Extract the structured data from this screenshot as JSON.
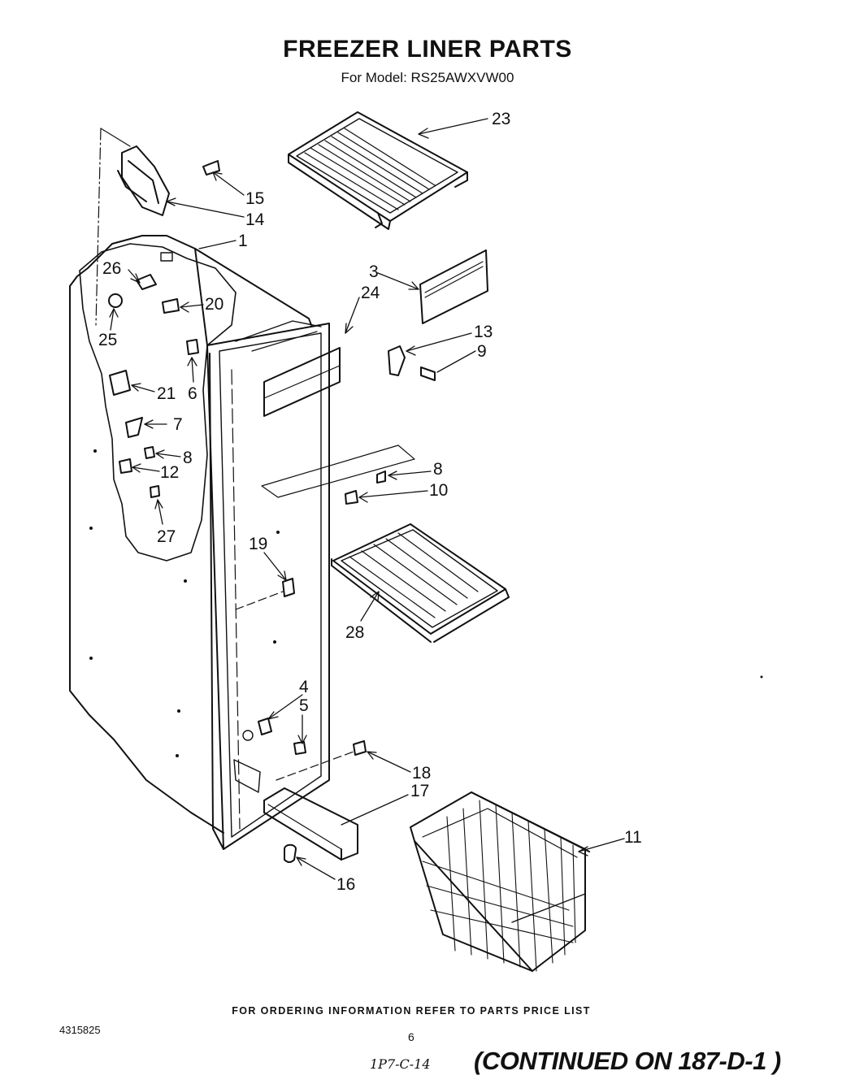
{
  "header": {
    "title": "FREEZER LINER PARTS",
    "model": "For Model: RS25AWXVW00"
  },
  "callouts": {
    "c23": "23",
    "c15": "15",
    "c14": "14",
    "c1": "1",
    "c3": "3",
    "c24": "24",
    "c26": "26",
    "c20": "20",
    "c25": "25",
    "c13": "13",
    "c9": "9",
    "c21": "21",
    "c6": "6",
    "c7": "7",
    "c8a": "8",
    "c12": "12",
    "c8b": "8",
    "c10": "10",
    "c27": "27",
    "c19": "19",
    "c28": "28",
    "c4": "4",
    "c5": "5",
    "c18": "18",
    "c17": "17",
    "c11": "11",
    "c16": "16"
  },
  "footer": {
    "ordering_info": "FOR ORDERING INFORMATION REFER TO PARTS PRICE LIST",
    "doc_number": "4315825",
    "page_number": "6",
    "handwritten_note": "1P7-C-14",
    "continued": "(CONTINUED ON 187-D-1  )"
  }
}
